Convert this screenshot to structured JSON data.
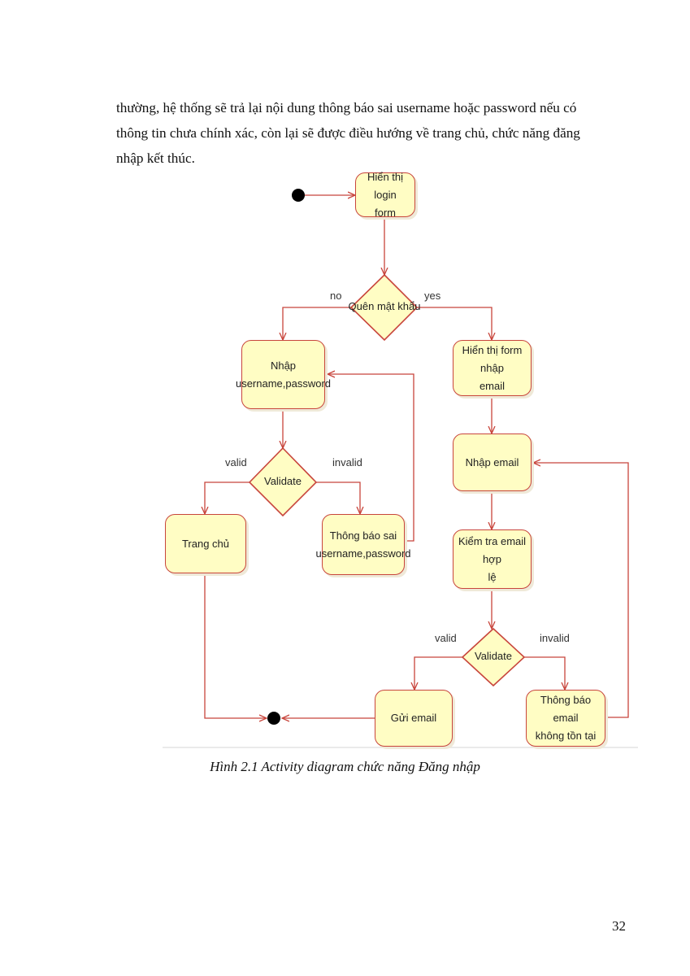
{
  "paragraph": {
    "lines": [
      "thường, hệ thống sẽ trả lại nội dung thông báo sai username hoặc password nếu có",
      "thông tin chưa chính xác, còn lại sẽ được điều hướng về trang chủ, chức năng đăng",
      "nhập kết thúc."
    ]
  },
  "diagram": {
    "nodes": {
      "show_login": [
        "Hiển thị login",
        "form"
      ],
      "enter_credentials": [
        "Nhập",
        "username,password"
      ],
      "home": [
        "Trang chủ"
      ],
      "error_credentials": [
        "Thông báo sai",
        "username,password"
      ],
      "show_email_form": [
        "Hiển thị form nhập",
        "email"
      ],
      "enter_email": [
        "Nhập email"
      ],
      "check_email": [
        "Kiểm tra email hợp",
        "lệ"
      ],
      "send_email": [
        "Gửi email"
      ],
      "error_email": [
        "Thông báo email",
        "không tồn tại"
      ]
    },
    "decisions": {
      "forgot_password": "Quên mật khẩu",
      "validate_login": "Validate",
      "validate_email": "Validate"
    },
    "edge_labels": {
      "no": "no",
      "yes": "yes",
      "valid_1": "valid",
      "invalid_1": "invalid",
      "valid_2": "valid",
      "invalid_2": "invalid"
    }
  },
  "caption": "Hình 2.1 Activity diagram chức năng Đăng nhập",
  "page_number": "32"
}
